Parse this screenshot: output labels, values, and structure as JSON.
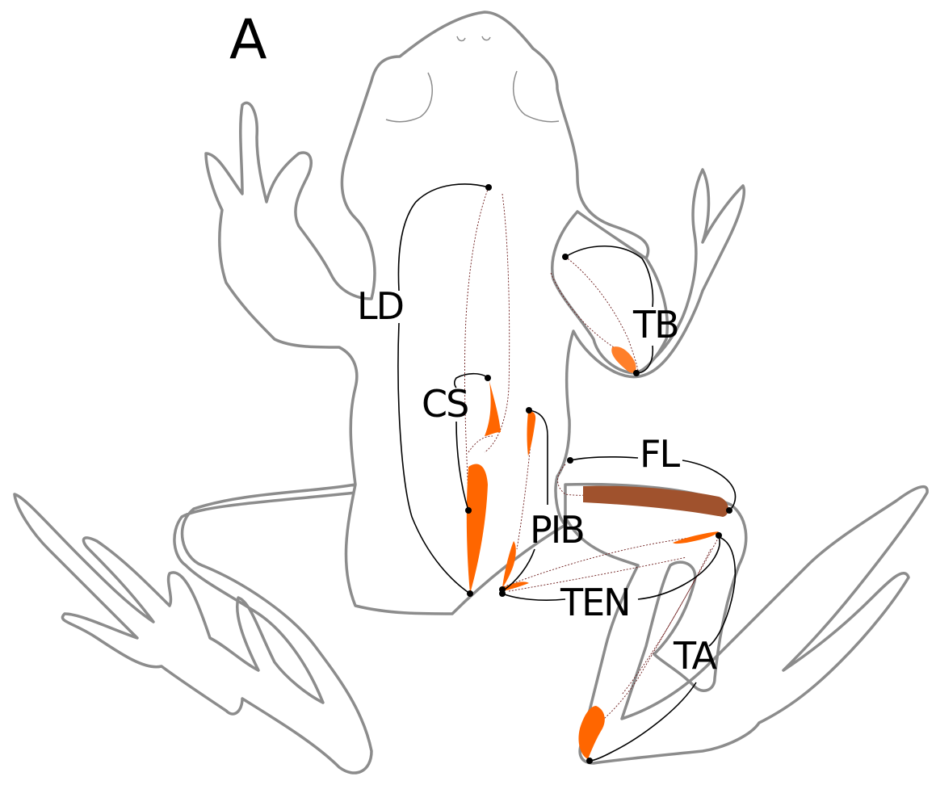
{
  "panel_label": "A",
  "labels": {
    "ld": "LD",
    "tb": "TB",
    "cs": "CS",
    "fl": "FL",
    "pib": "PIB",
    "ten": "TEN",
    "ta": "TA"
  },
  "colors": {
    "outline": "#8c8c8c",
    "muscle_orange": "#ff6600",
    "muscle_light_orange": "#ff7f2a",
    "muscle_brown": "#a0522d",
    "leader": "#000000"
  }
}
